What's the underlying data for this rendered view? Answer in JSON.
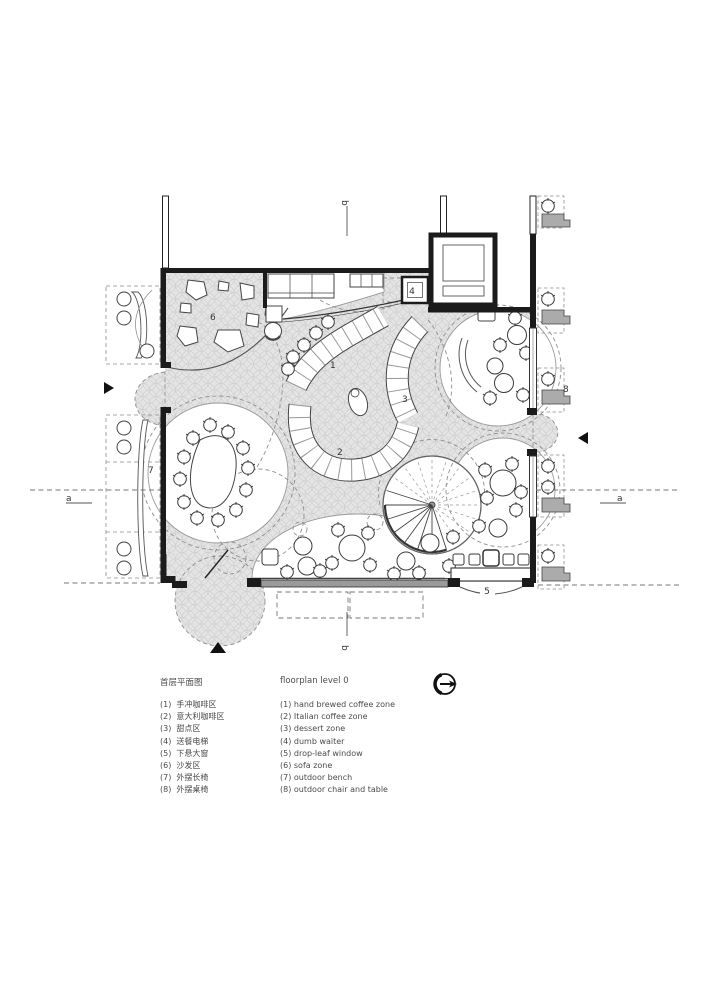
{
  "colors": {
    "wall": "#1b1b1b",
    "line": "#3c3c3c",
    "light_line": "#8f8f8f",
    "floor_fill": "#e4e4e4",
    "floor_pattern_line": "#d0d0d0",
    "outdoor_table": "#ababab",
    "window_band": "#9a9a9a",
    "text": "#4b4b4b"
  },
  "icons": {
    "north_arrow": "compass-circle-with-arrow",
    "entrance_arrow": "solid-triangle-up",
    "door_marker_left": "solid-triangle-right",
    "door_marker_right": "solid-triangle-left"
  },
  "plan": {
    "zone_labels": {
      "z1": "1",
      "z2": "2",
      "z3": "3",
      "z4": "4",
      "z5": "5",
      "z6": "6",
      "z7": "7",
      "z8": "8"
    },
    "section_labels": {
      "a_left": "a",
      "a_right": "a",
      "b_top": "b",
      "b_bottom": "b"
    }
  },
  "legend": {
    "title_cn": "首层平面图",
    "title_en": "floorplan level 0",
    "items": [
      {
        "cn": "(1)  手冲咖啡区",
        "en": "(1) hand brewed coffee zone"
      },
      {
        "cn": "(2)  意大利咖啡区",
        "en": "(2) Italian coffee zone"
      },
      {
        "cn": "(3)  甜点区",
        "en": "(3) dessert zone"
      },
      {
        "cn": "(4)  送餐电梯",
        "en": "(4) dumb waiter"
      },
      {
        "cn": "(5)  下悬大窗",
        "en": "(5) drop-leaf window"
      },
      {
        "cn": "(6)  沙发区",
        "en": "(6) sofa zone"
      },
      {
        "cn": "(7)  外摆长椅",
        "en": "(7) outdoor bench"
      },
      {
        "cn": "(8)  外摆桌椅",
        "en": "(8) outdoor chair and table"
      }
    ]
  }
}
